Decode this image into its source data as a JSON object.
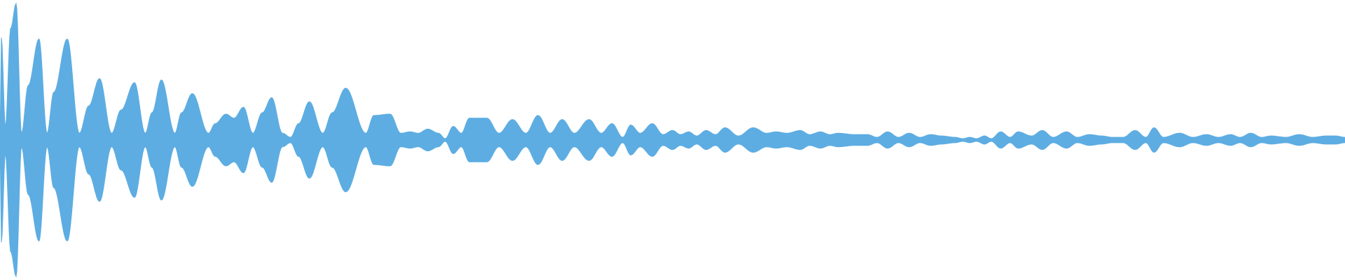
{
  "waveform": {
    "color": "#5DADE2",
    "background": "#FFFFFF",
    "shape": "symmetric-amplitude-envelope",
    "amplitude_profile": [
      [
        0.0,
        0.0
      ],
      [
        0.001,
        0.75
      ],
      [
        0.004,
        0.1
      ],
      [
        0.008,
        0.82
      ],
      [
        0.012,
        1.0
      ],
      [
        0.016,
        0.05
      ],
      [
        0.021,
        0.4
      ],
      [
        0.029,
        0.74
      ],
      [
        0.035,
        0.05
      ],
      [
        0.04,
        0.35
      ],
      [
        0.05,
        0.74
      ],
      [
        0.059,
        0.05
      ],
      [
        0.066,
        0.25
      ],
      [
        0.074,
        0.45
      ],
      [
        0.083,
        0.05
      ],
      [
        0.09,
        0.22
      ],
      [
        0.1,
        0.42
      ],
      [
        0.108,
        0.05
      ],
      [
        0.113,
        0.2
      ],
      [
        0.12,
        0.44
      ],
      [
        0.13,
        0.05
      ],
      [
        0.135,
        0.2
      ],
      [
        0.143,
        0.34
      ],
      [
        0.155,
        0.05
      ],
      [
        0.16,
        0.12
      ],
      [
        0.168,
        0.19
      ],
      [
        0.174,
        0.16
      ],
      [
        0.181,
        0.24
      ],
      [
        0.188,
        0.05
      ],
      [
        0.195,
        0.2
      ],
      [
        0.202,
        0.31
      ],
      [
        0.21,
        0.05
      ],
      [
        0.216,
        0.02
      ],
      [
        0.222,
        0.12
      ],
      [
        0.23,
        0.28
      ],
      [
        0.24,
        0.05
      ],
      [
        0.247,
        0.2
      ],
      [
        0.257,
        0.38
      ],
      [
        0.272,
        0.05
      ],
      [
        0.278,
        0.18
      ],
      [
        0.29,
        0.19
      ],
      [
        0.298,
        0.05
      ],
      [
        0.305,
        0.06
      ],
      [
        0.311,
        0.05
      ],
      [
        0.318,
        0.08
      ],
      [
        0.326,
        0.05
      ],
      [
        0.331,
        0.01
      ],
      [
        0.337,
        0.1
      ],
      [
        0.343,
        0.05
      ],
      [
        0.349,
        0.16
      ],
      [
        0.362,
        0.16
      ],
      [
        0.371,
        0.05
      ],
      [
        0.381,
        0.15
      ],
      [
        0.391,
        0.05
      ],
      [
        0.4,
        0.18
      ],
      [
        0.409,
        0.05
      ],
      [
        0.418,
        0.15
      ],
      [
        0.427,
        0.05
      ],
      [
        0.438,
        0.15
      ],
      [
        0.447,
        0.05
      ],
      [
        0.455,
        0.12
      ],
      [
        0.463,
        0.02
      ],
      [
        0.469,
        0.11
      ],
      [
        0.476,
        0.05
      ],
      [
        0.485,
        0.12
      ],
      [
        0.493,
        0.04
      ],
      [
        0.5,
        0.07
      ],
      [
        0.506,
        0.04
      ],
      [
        0.512,
        0.06
      ],
      [
        0.518,
        0.03
      ],
      [
        0.525,
        0.07
      ],
      [
        0.532,
        0.04
      ],
      [
        0.539,
        0.09
      ],
      [
        0.549,
        0.03
      ],
      [
        0.56,
        0.09
      ],
      [
        0.57,
        0.05
      ],
      [
        0.577,
        0.06
      ],
      [
        0.585,
        0.05
      ],
      [
        0.595,
        0.07
      ],
      [
        0.602,
        0.04
      ],
      [
        0.61,
        0.06
      ],
      [
        0.617,
        0.04
      ],
      [
        0.623,
        0.05
      ],
      [
        0.635,
        0.04
      ],
      [
        0.645,
        0.04
      ],
      [
        0.652,
        0.02
      ],
      [
        0.66,
        0.06
      ],
      [
        0.668,
        0.02
      ],
      [
        0.676,
        0.05
      ],
      [
        0.684,
        0.02
      ],
      [
        0.692,
        0.04
      ],
      [
        0.7,
        0.03
      ],
      [
        0.71,
        0.02
      ],
      [
        0.716,
        0.01
      ],
      [
        0.721,
        0.02
      ],
      [
        0.726,
        0.01
      ],
      [
        0.732,
        0.03
      ],
      [
        0.737,
        0.01
      ],
      [
        0.744,
        0.06
      ],
      [
        0.751,
        0.02
      ],
      [
        0.757,
        0.06
      ],
      [
        0.767,
        0.03
      ],
      [
        0.775,
        0.07
      ],
      [
        0.783,
        0.02
      ],
      [
        0.793,
        0.06
      ],
      [
        0.801,
        0.02
      ],
      [
        0.81,
        0.04
      ],
      [
        0.819,
        0.03
      ],
      [
        0.827,
        0.02
      ],
      [
        0.835,
        0.02
      ],
      [
        0.844,
        0.07
      ],
      [
        0.852,
        0.02
      ],
      [
        0.858,
        0.09
      ],
      [
        0.865,
        0.02
      ],
      [
        0.877,
        0.05
      ],
      [
        0.887,
        0.02
      ],
      [
        0.897,
        0.04
      ],
      [
        0.906,
        0.02
      ],
      [
        0.915,
        0.04
      ],
      [
        0.922,
        0.02
      ],
      [
        0.93,
        0.05
      ],
      [
        0.938,
        0.02
      ],
      [
        0.945,
        0.03
      ],
      [
        0.956,
        0.02
      ],
      [
        0.966,
        0.04
      ],
      [
        0.976,
        0.02
      ],
      [
        0.986,
        0.03
      ],
      [
        0.993,
        0.03
      ],
      [
        1.0,
        0.02
      ]
    ]
  }
}
